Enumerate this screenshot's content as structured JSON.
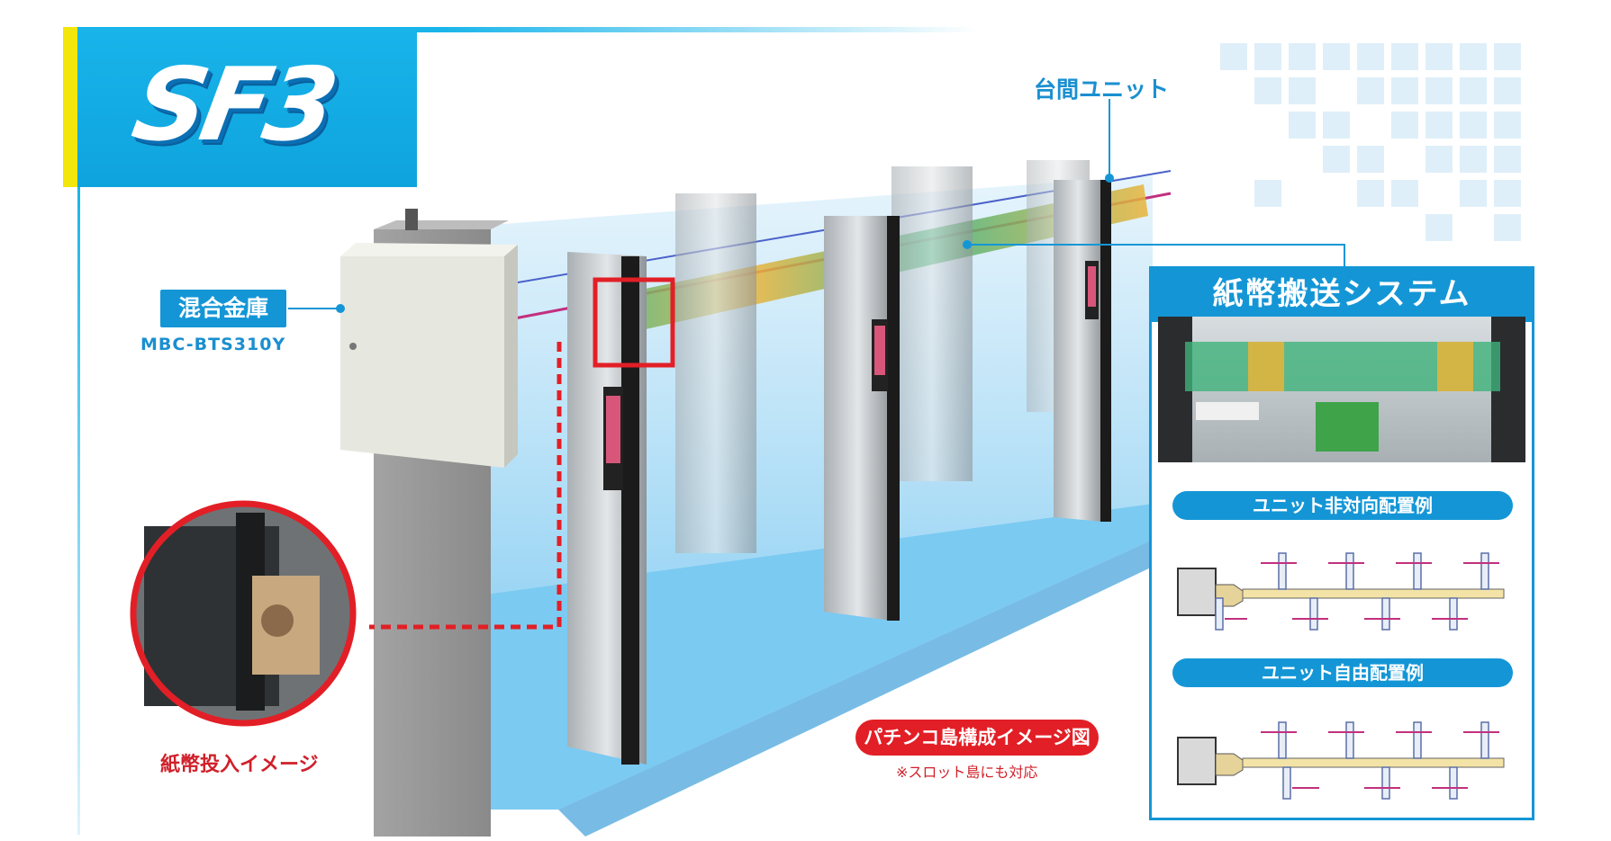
{
  "brand": {
    "logo_text": "SF3"
  },
  "labels": {
    "mixed_safe": "混合金庫",
    "mixed_safe_model": "MBC-BTS310Y",
    "inter_unit": "台間ユニット",
    "bill_insert": "紙幣投入イメージ",
    "island_image": "パチンコ島構成イメージ図",
    "island_note": "※スロット島にも対応"
  },
  "panel": {
    "title": "紙幣搬送システム",
    "layout_opposed": "ユニット非対向配置例",
    "layout_free": "ユニット自由配置例"
  },
  "colors": {
    "accent_blue": "#1496d6",
    "accent_red": "#e21f26",
    "accent_yellow": "#f2e60a"
  }
}
